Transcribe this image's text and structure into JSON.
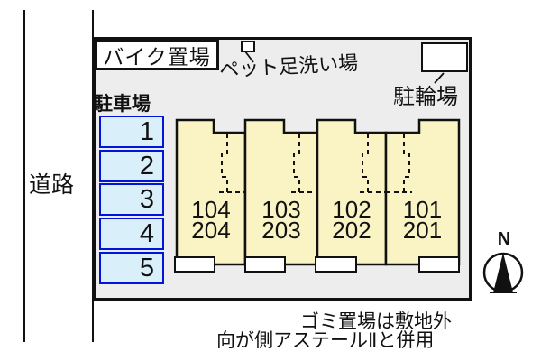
{
  "road": {
    "label": "道路"
  },
  "plot": {
    "bike_storage_label": "バイク置場",
    "pet_wash_label": "ペット足洗い場",
    "bicycle_parking_label": "駐輪場",
    "car_parking_label": "駐車場",
    "stalls": [
      "1",
      "2",
      "3",
      "4",
      "5"
    ],
    "units": [
      {
        "line1": "104",
        "line2": "204"
      },
      {
        "line1": "103",
        "line2": "203"
      },
      {
        "line1": "102",
        "line2": "202"
      },
      {
        "line1": "101",
        "line2": "201"
      }
    ]
  },
  "compass": {
    "label": "N"
  },
  "notes": {
    "line1": "ゴミ置場は敷地外",
    "line2": "向が側アステールⅡと併用"
  },
  "colors": {
    "plot_bg": "#ededed",
    "unit_fill": "#faf3c4",
    "parking_fill": "#d9f0fb",
    "parking_border": "#0014dc",
    "line_color": "#111111"
  }
}
